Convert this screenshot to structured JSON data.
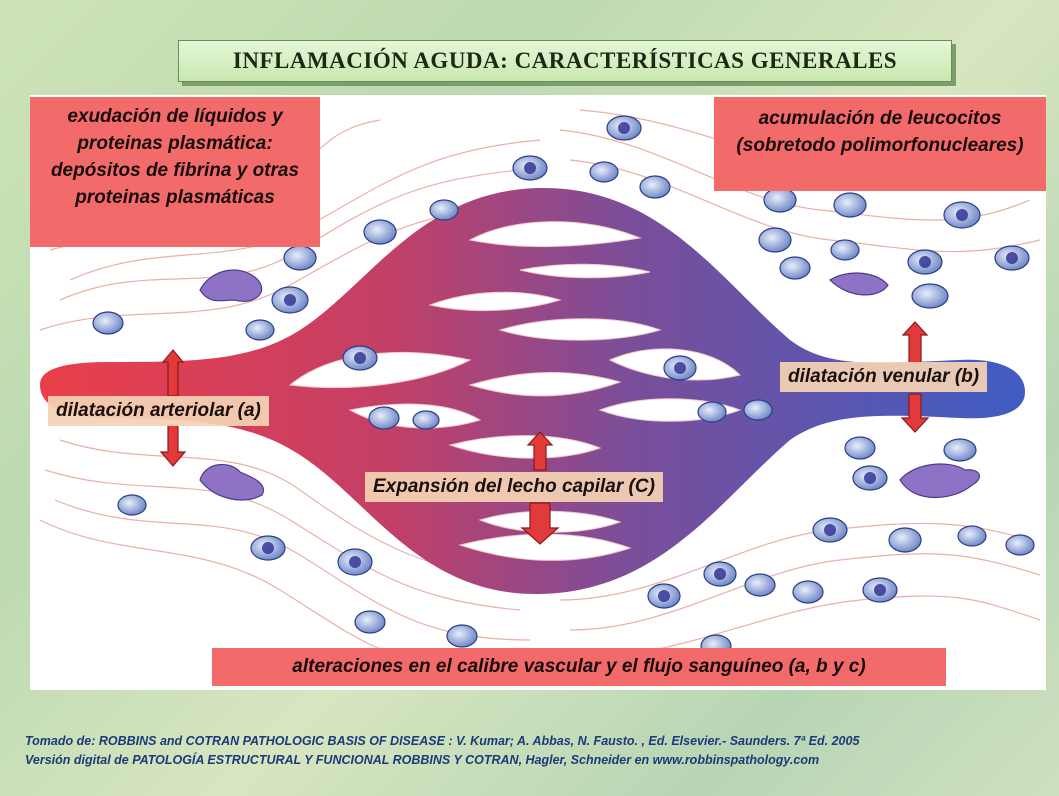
{
  "title": "INFLAMACIÓN AGUDA: CARACTERÍSTICAS GENERALES",
  "boxes": {
    "exudation": "exudación de líquidos y proteinas plasmática: depósitos de fibrina y otras proteinas plasmáticas",
    "leukocytes": "acumulación de leucocitos (sobretodo polimorfonucleares)",
    "alterations": "alteraciones en el calibre vascular y el flujo sanguíneo (a, b y c)"
  },
  "labels": {
    "arteriolar": "dilatación arteriolar (a)",
    "venular": "dilatación venular (b)",
    "capillary": "Expansión del lecho capilar (C)"
  },
  "credits": [
    "Tomado de: ROBBINS and  COTRAN PATHOLOGIC BASIS OF DISEASE : V. Kumar; A. Abbas, N. Fausto. , Ed. Elsevier.- Saunders. 7ª Ed. 2005",
    "Versión digital de PATOLOGÍA ESTRUCTURAL Y FUNCIONAL ROBBINS Y COTRAN, Hagler, Schneider en www.robbinspathology.com"
  ],
  "colors": {
    "arterial": "#e8404f",
    "venous": "#4a5ec0",
    "highlight_box": "#f26a6a",
    "arrow": "#e23a3a"
  }
}
